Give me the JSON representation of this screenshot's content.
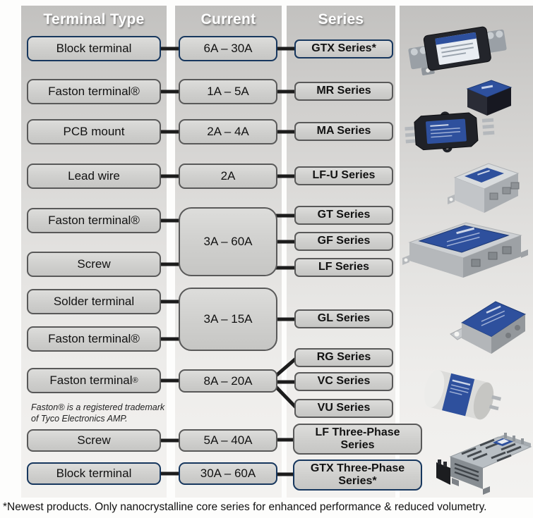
{
  "headers": {
    "terminal": "Terminal Type",
    "current": "Current",
    "series": "Series"
  },
  "flow": {
    "terminal_boxes": [
      {
        "label": "Block terminal"
      },
      {
        "label": "Faston terminal®"
      },
      {
        "label": "PCB mount"
      },
      {
        "label": "Lead wire"
      },
      {
        "label": "Faston terminal®"
      },
      {
        "label": "Screw"
      },
      {
        "label": "Solder terminal"
      },
      {
        "label": "Faston terminal®"
      },
      {
        "label": "Faston terminal",
        "sup": "®"
      },
      {
        "label": "Screw"
      },
      {
        "label": "Block terminal"
      }
    ],
    "current_boxes": [
      {
        "label": "6A – 30A"
      },
      {
        "label": "1A – 5A"
      },
      {
        "label": "2A – 4A"
      },
      {
        "label": "2A"
      },
      {
        "label": "3A – 60A"
      },
      {
        "label": "3A – 15A"
      },
      {
        "label": "8A – 20A"
      },
      {
        "label": "5A – 40A"
      },
      {
        "label": "30A – 60A"
      }
    ],
    "series_boxes": [
      {
        "label": "GTX Series*"
      },
      {
        "label": "MR Series"
      },
      {
        "label": "MA Series"
      },
      {
        "label": "LF-U Series"
      },
      {
        "label": "GT Series"
      },
      {
        "label": "GF Series"
      },
      {
        "label": "LF Series"
      },
      {
        "label": "GL Series"
      },
      {
        "label": "RG Series"
      },
      {
        "label": "VC Series"
      },
      {
        "label": "VU Series"
      },
      {
        "label": "LF Three-Phase\nSeries"
      },
      {
        "label": "GTX Three-Phase\nSeries*"
      }
    ]
  },
  "notes": {
    "trademark_line1": "Faston® is a registered trademark",
    "trademark_line2": "of Tyco Electronics AMP.",
    "footnote": "*Newest products. Only nanocrystalline core series for enhanced performance & reduced volumetry."
  },
  "colors": {
    "navy_border": "#17375e",
    "gray_border": "#595959",
    "connector": "#1c1c1c",
    "band_top": "#c2c1bf",
    "band_bottom": "#f3f2f0",
    "product_label_blue": "#2e509d"
  },
  "products": [
    {
      "name": "gtx-series-filter-photo"
    },
    {
      "name": "mr-series-filter-photo"
    },
    {
      "name": "ma-series-filter-photo"
    },
    {
      "name": "lf-u-series-filter-photo"
    },
    {
      "name": "gt-gf-lf-series-filter-photo"
    },
    {
      "name": "gl-series-filter-photo"
    },
    {
      "name": "rg-vc-vu-series-filter-photo"
    },
    {
      "name": "gtx-three-phase-filter-photo"
    }
  ]
}
